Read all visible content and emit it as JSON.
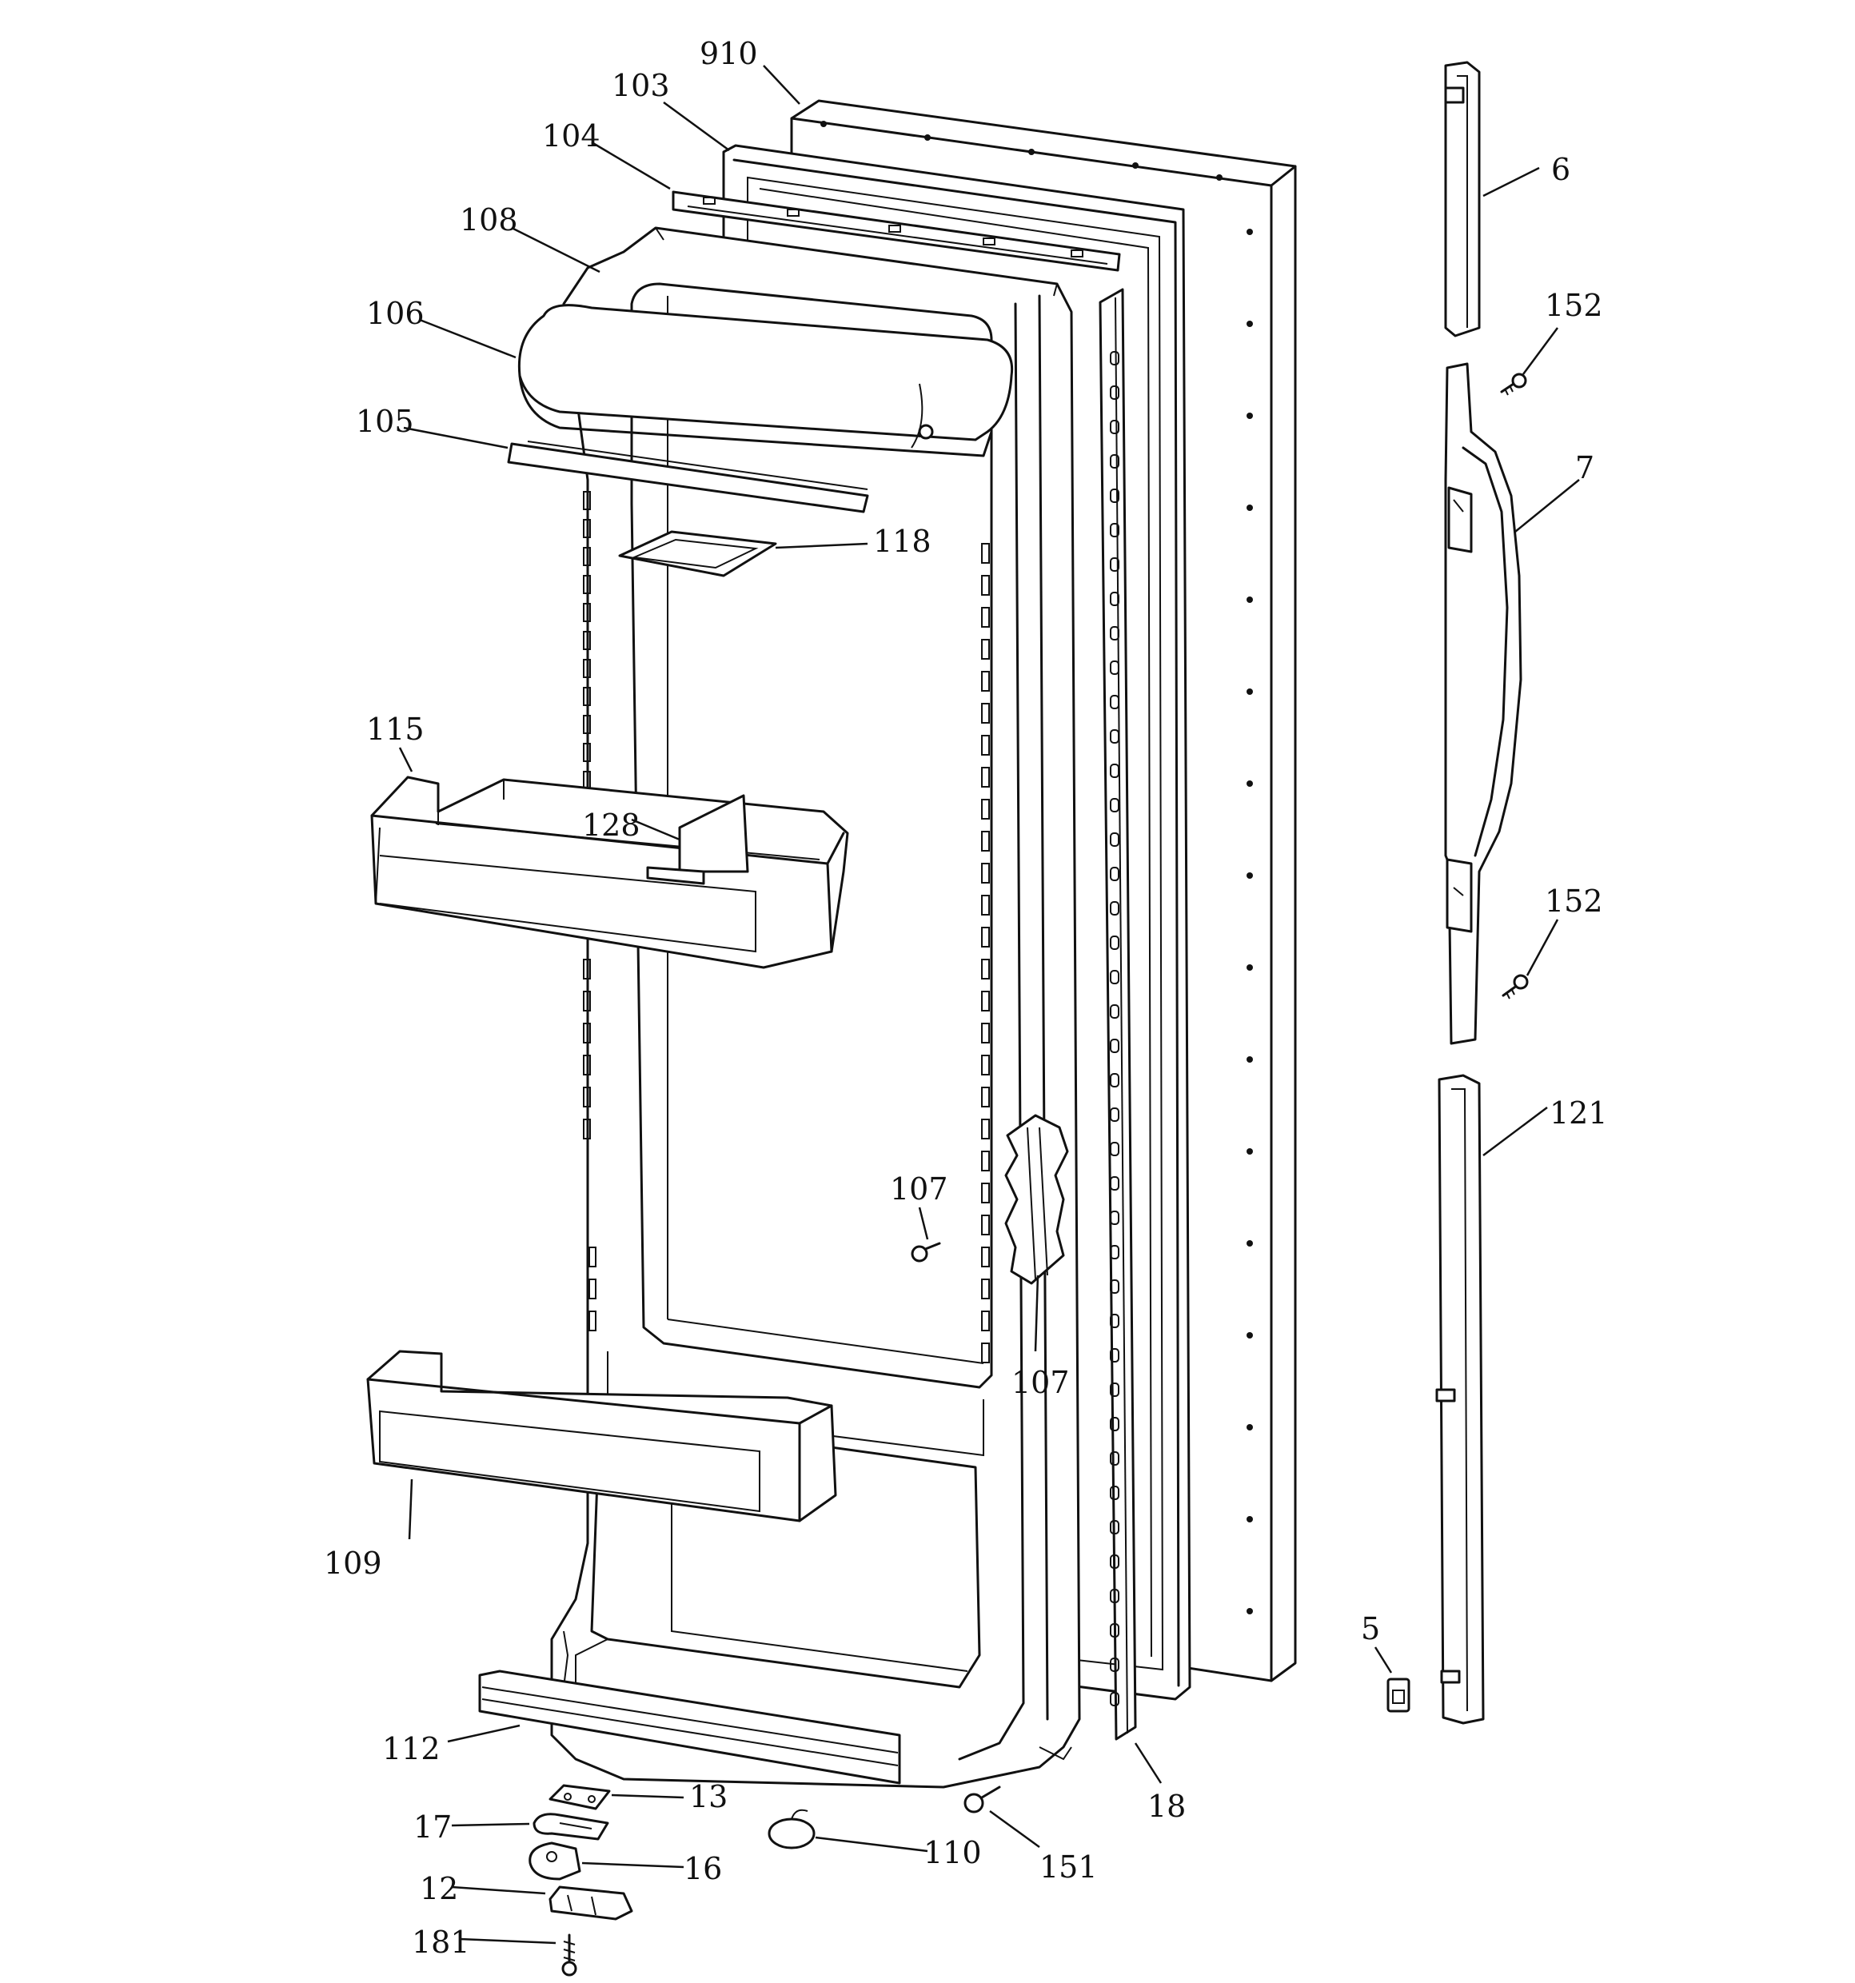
{
  "diagram": {
    "labels": {
      "p910": "910",
      "p103": "103",
      "p104": "104",
      "p108": "108",
      "p106": "106",
      "p105": "105",
      "p118": "118",
      "p115": "115",
      "p128": "128",
      "p107a": "107",
      "p107b": "107",
      "p109": "109",
      "p112": "112",
      "p13": "13",
      "p17": "17",
      "p16": "16",
      "p12": "12",
      "p181": "181",
      "p110": "110",
      "p151": "151",
      "p18": "18",
      "p6": "6",
      "p152a": "152",
      "p7": "7",
      "p152b": "152",
      "p121": "121",
      "p5": "5"
    }
  }
}
